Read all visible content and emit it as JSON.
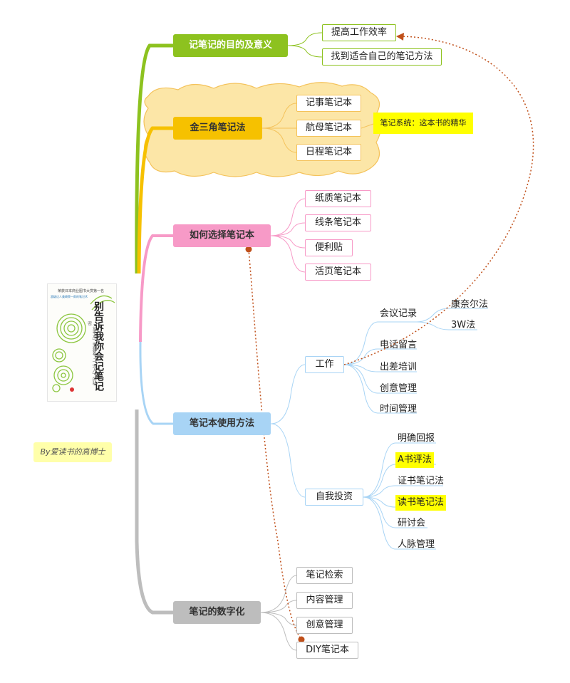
{
  "branches": [
    {
      "label": "记笔记的目的及意义",
      "color": "#8dc21f",
      "children": [
        "提高工作效率",
        "找到适合自己的笔记方法"
      ]
    },
    {
      "label": "金三角笔记法",
      "color": "#f6c100",
      "children": [
        "记事笔记本",
        "航母笔记本",
        "日程笔记本"
      ],
      "note": "笔记系统：这本书的精华"
    },
    {
      "label": "如何选择笔记本",
      "color": "#f79ac7",
      "children": [
        "纸质笔记本",
        "线条笔记本",
        "便利贴",
        "活页笔记本"
      ]
    },
    {
      "label": "笔记本使用方法",
      "color": "#a8d4f5",
      "groups": [
        {
          "label": "工作",
          "items": [
            "会议记录",
            "电话留言",
            "出差培训",
            "创意管理",
            "时间管理"
          ],
          "sub": [
            "康奈尔法",
            "3W法"
          ]
        },
        {
          "label": "自我投资",
          "items": [
            "明确回报",
            "A书评法",
            "证书笔记法",
            "读书笔记法",
            "研讨会",
            "人脉管理"
          ],
          "highlighted": [
            "A书评法",
            "读书笔记法"
          ]
        }
      ]
    },
    {
      "label": "笔记的数字化",
      "color": "#bdbdbd",
      "children": [
        "笔记检索",
        "内容管理",
        "创意管理",
        "DIY笔记本"
      ]
    }
  ],
  "book": {
    "title": "别告诉我你会记笔记",
    "subtitle": "「记事本」里藏着「一流人」的秘密",
    "top_line": "荣获日本商业图书大赏第一名",
    "blurb": "超级达人美崎荣一郎的笔记术"
  },
  "signature": "By爱读书的高博士",
  "colors": {
    "trunk_green": "#8dc21f",
    "trunk_yellow": "#f6c100",
    "trunk_pink": "#f79ac7",
    "trunk_blue": "#a8d4f5",
    "trunk_gray": "#bdbdbd",
    "relation": "#c0501a",
    "cloud_fill": "#fce6a7",
    "cloud_stroke": "#f4c25a",
    "highlight": "#ffff00"
  }
}
